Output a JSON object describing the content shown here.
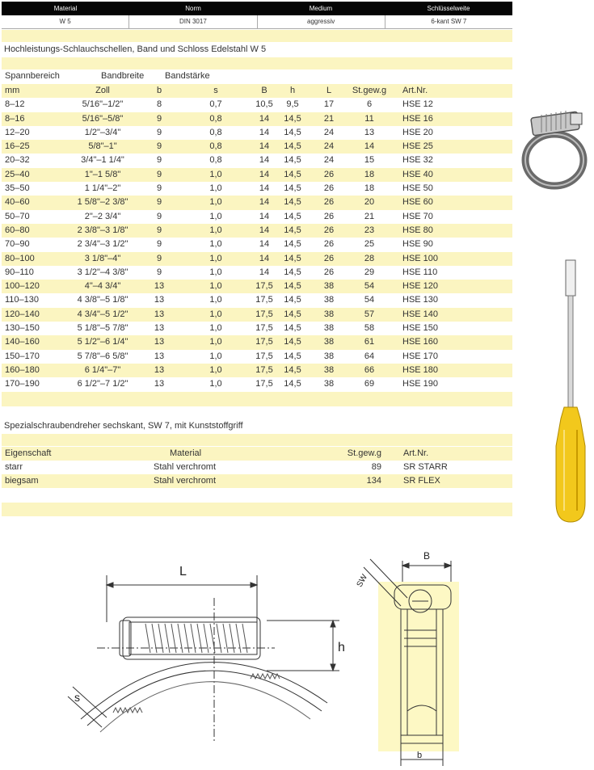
{
  "header": {
    "labels": [
      "Material",
      "Norm",
      "Medium",
      "Schlüsselweite"
    ],
    "values": [
      "W 5",
      "DIN 3017",
      "aggressiv",
      "6-kant SW 7"
    ]
  },
  "title": "Hochleistungs-Schlauchschellen, Band und Schloss Edelstahl W 5",
  "table_headers": {
    "group": [
      "Spannbereich",
      "Bandbreite",
      "Bandstärke"
    ],
    "columns": [
      "mm",
      "Zoll",
      "b",
      "s",
      "B",
      "h",
      "L",
      "St.gew.g",
      "Art.Nr."
    ]
  },
  "rows": [
    [
      "8–12",
      "5/16\"–1/2\"",
      "8",
      "0,7",
      "10,5",
      "9,5",
      "17",
      "6",
      "HSE 12"
    ],
    [
      "8–16",
      "5/16\"–5/8\"",
      "9",
      "0,8",
      "14",
      "14,5",
      "21",
      "11",
      "HSE 16"
    ],
    [
      "12–20",
      "1/2\"–3/4\"",
      "9",
      "0,8",
      "14",
      "14,5",
      "24",
      "13",
      "HSE 20"
    ],
    [
      "16–25",
      "5/8\"–1\"",
      "9",
      "0,8",
      "14",
      "14,5",
      "24",
      "14",
      "HSE 25"
    ],
    [
      "20–32",
      "3/4\"–1 1/4\"",
      "9",
      "0,8",
      "14",
      "14,5",
      "24",
      "15",
      "HSE 32"
    ],
    [
      "25–40",
      "1\"–1 5/8\"",
      "9",
      "1,0",
      "14",
      "14,5",
      "26",
      "18",
      "HSE 40"
    ],
    [
      "35–50",
      "1 1/4\"–2\"",
      "9",
      "1,0",
      "14",
      "14,5",
      "26",
      "18",
      "HSE 50"
    ],
    [
      "40–60",
      "1 5/8\"–2 3/8\"",
      "9",
      "1,0",
      "14",
      "14,5",
      "26",
      "20",
      "HSE 60"
    ],
    [
      "50–70",
      "2\"–2 3/4\"",
      "9",
      "1,0",
      "14",
      "14,5",
      "26",
      "21",
      "HSE 70"
    ],
    [
      "60–80",
      "2 3/8\"–3 1/8\"",
      "9",
      "1,0",
      "14",
      "14,5",
      "26",
      "23",
      "HSE 80"
    ],
    [
      "70–90",
      "2 3/4\"–3 1/2\"",
      "9",
      "1,0",
      "14",
      "14,5",
      "26",
      "25",
      "HSE 90"
    ],
    [
      "80–100",
      "3 1/8\"–4\"",
      "9",
      "1,0",
      "14",
      "14,5",
      "26",
      "28",
      "HSE 100"
    ],
    [
      "90–110",
      "3 1/2\"–4 3/8\"",
      "9",
      "1,0",
      "14",
      "14,5",
      "26",
      "29",
      "HSE 110"
    ],
    [
      "100–120",
      "4\"–4 3/4\"",
      "13",
      "1,0",
      "17,5",
      "14,5",
      "38",
      "54",
      "HSE 120"
    ],
    [
      "110–130",
      "4 3/8\"–5 1/8\"",
      "13",
      "1,0",
      "17,5",
      "14,5",
      "38",
      "54",
      "HSE 130"
    ],
    [
      "120–140",
      "4 3/4\"–5 1/2\"",
      "13",
      "1,0",
      "17,5",
      "14,5",
      "38",
      "57",
      "HSE 140"
    ],
    [
      "130–150",
      "5 1/8\"–5 7/8\"",
      "13",
      "1,0",
      "17,5",
      "14,5",
      "38",
      "58",
      "HSE 150"
    ],
    [
      "140–160",
      "5 1/2\"–6 1/4\"",
      "13",
      "1,0",
      "17,5",
      "14,5",
      "38",
      "61",
      "HSE 160"
    ],
    [
      "150–170",
      "5 7/8\"–6 5/8\"",
      "13",
      "1,0",
      "17,5",
      "14,5",
      "38",
      "64",
      "HSE 170"
    ],
    [
      "160–180",
      "6 1/4\"–7\"",
      "13",
      "1,0",
      "17,5",
      "14,5",
      "38",
      "66",
      "HSE 180"
    ],
    [
      "170–190",
      "6 1/2\"–7 1/2\"",
      "13",
      "1,0",
      "17,5",
      "14,5",
      "38",
      "69",
      "HSE 190"
    ]
  ],
  "screwdriver": {
    "title": "Spezialschraubendreher sechskant, SW 7, mit Kunststoffgriff",
    "headers": [
      "Eigenschaft",
      "Material",
      "St.gew.g",
      "Art.Nr."
    ],
    "rows": [
      [
        "starr",
        "Stahl verchromt",
        "89",
        "SR STARR"
      ],
      [
        "biegsam",
        "Stahl verchromt",
        "134",
        "SR FLEX"
      ]
    ]
  },
  "drawing_labels": {
    "L": "L",
    "h": "h",
    "s": "s",
    "B": "B",
    "sw": "SW",
    "b": "b"
  },
  "colors": {
    "band": "#fbf5c1",
    "header_bg": "#050505",
    "handle": "#f2c81c",
    "drawing_bg": "#fdf8c4"
  }
}
